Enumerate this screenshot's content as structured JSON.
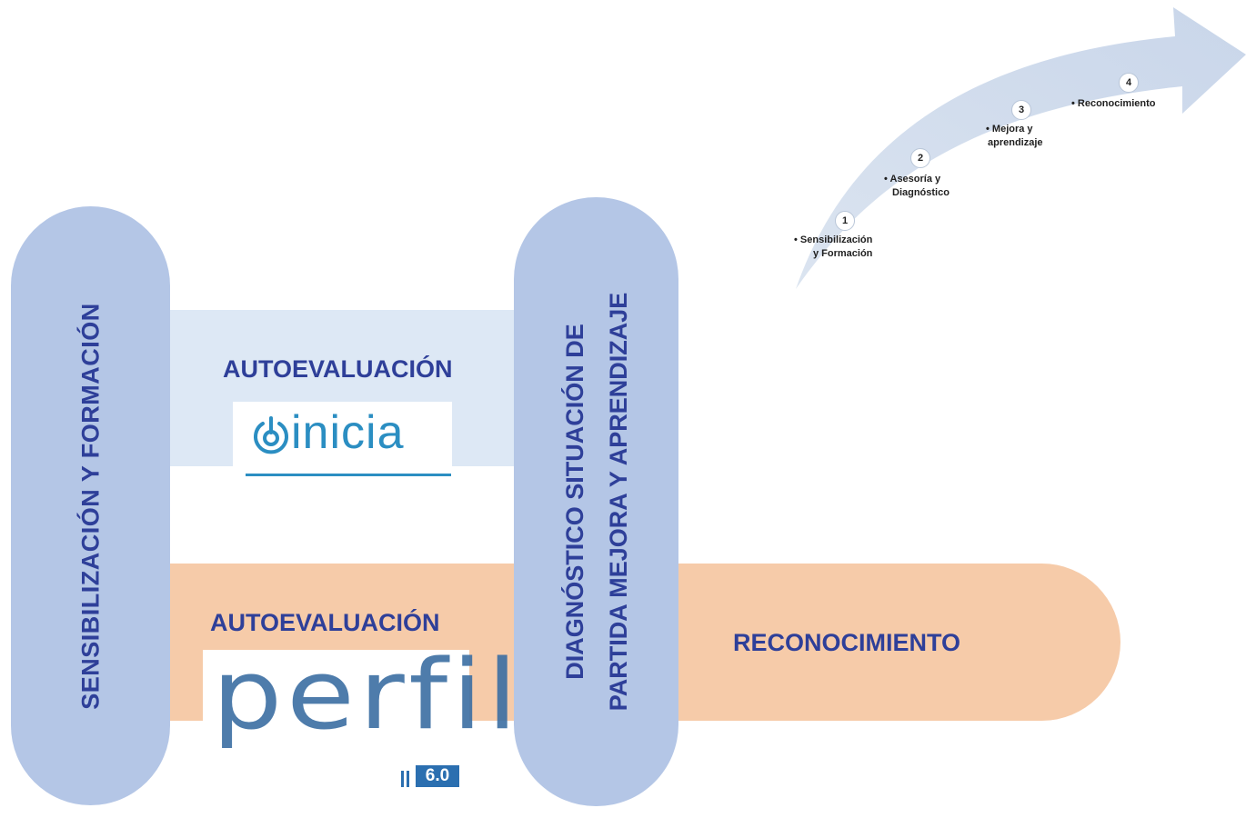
{
  "diagram": {
    "left_pill_label": "SENSIBILIZACIÓN Y FORMACIÓN",
    "middle_pill_label_line1": "DIAGNÓSTICO SITUACIÓN DE",
    "middle_pill_label_line2": "PARTIDA  MEJORA Y APRENDIZAJE",
    "top_band_label": "AUTOEVALUACIÓN",
    "bottom_band_label": "AUTOEVALUACIÓN",
    "reconocimiento_label": "RECONOCIMIENTO",
    "logos": {
      "inicia_word": "inicia",
      "perfil_word": "perfil",
      "perfil_version": "6.0"
    }
  },
  "arrow_steps": [
    {
      "num": "1",
      "line1": "• Sensibilización",
      "line2": "y Formación"
    },
    {
      "num": "2",
      "line1": "• Asesoría y",
      "line2": "Diagnóstico"
    },
    {
      "num": "3",
      "line1": "• Mejora y",
      "line2": "aprendizaje"
    },
    {
      "num": "4",
      "line1": "• Reconocimiento",
      "line2": ""
    }
  ],
  "colors": {
    "pill_blue": "#b4c6e6",
    "band_light_blue": "#dde8f5",
    "band_peach": "#f6cba9",
    "text_dark_blue": "#2e3f99",
    "logo_blue": "#2b8ec2"
  }
}
